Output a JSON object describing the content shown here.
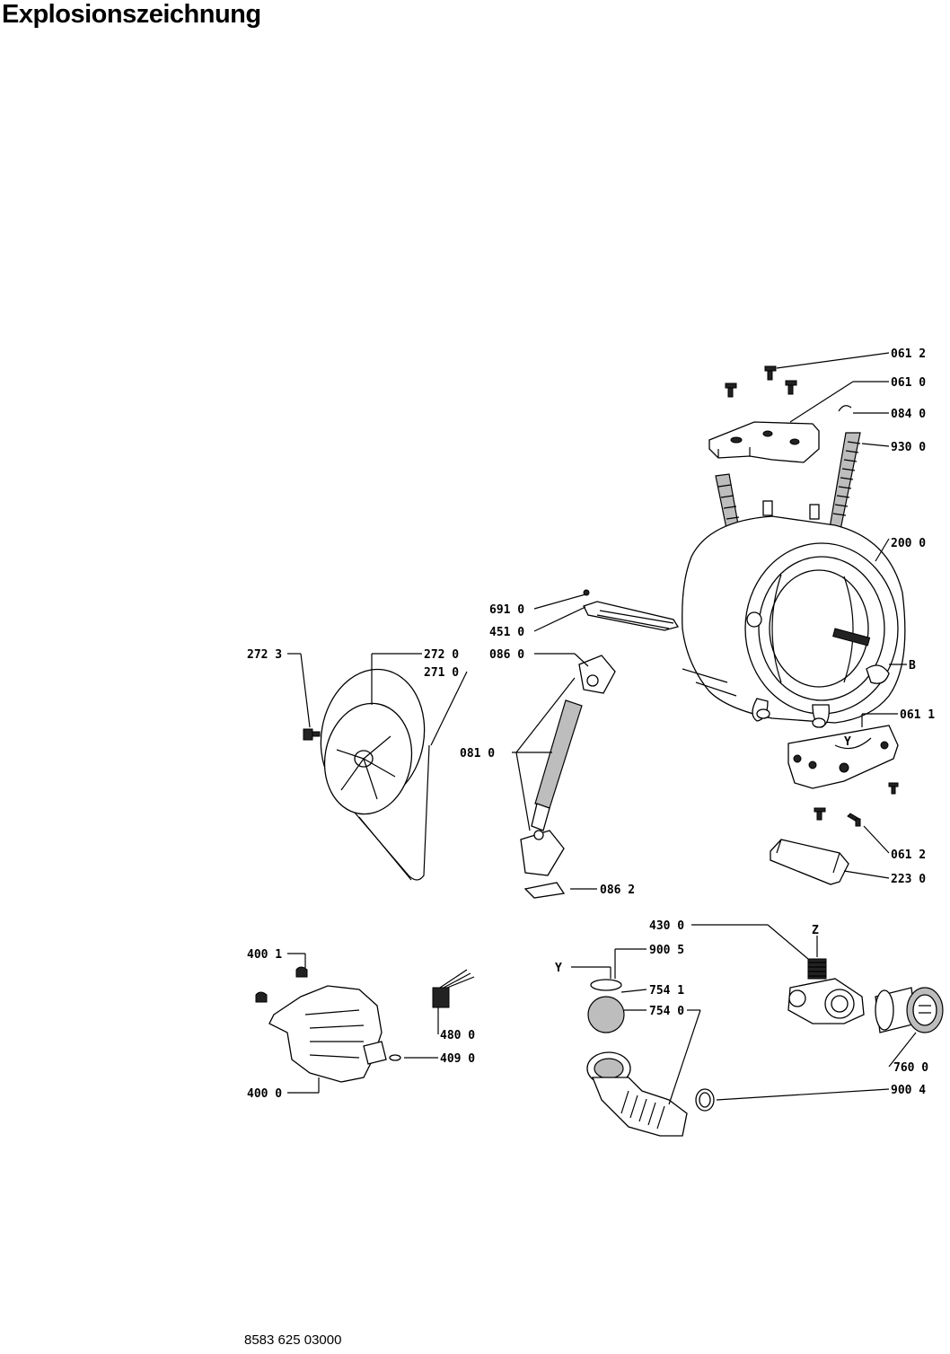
{
  "page": {
    "title": "Explosionszeichnung",
    "footer_code": "8583 625 03000"
  },
  "callouts": {
    "c0612_top": "061 2",
    "c0610": "061 0",
    "c0840": "084 0",
    "c9300": "930 0",
    "c2000": "200 0",
    "c6910": "691 0",
    "c4510": "451 0",
    "c0860": "086 0",
    "c2723": "272 3",
    "c2720": "272 0",
    "c2710": "271 0",
    "cB": "B",
    "c0611": "061 1",
    "cY_drum": "Y",
    "c0810": "081 0",
    "c0612_bottom": "061 2",
    "c2230": "223 0",
    "c0862": "086 2",
    "c4300": "430 0",
    "cZ": "Z",
    "c9005": "900 5",
    "cY_pump": "Y",
    "c7541": "754 1",
    "c7540": "754 0",
    "c4001": "400 1",
    "c4800": "480 0",
    "c4090": "409 0",
    "c4000": "400 0",
    "c7600": "760 0",
    "c9004": "900 4"
  }
}
